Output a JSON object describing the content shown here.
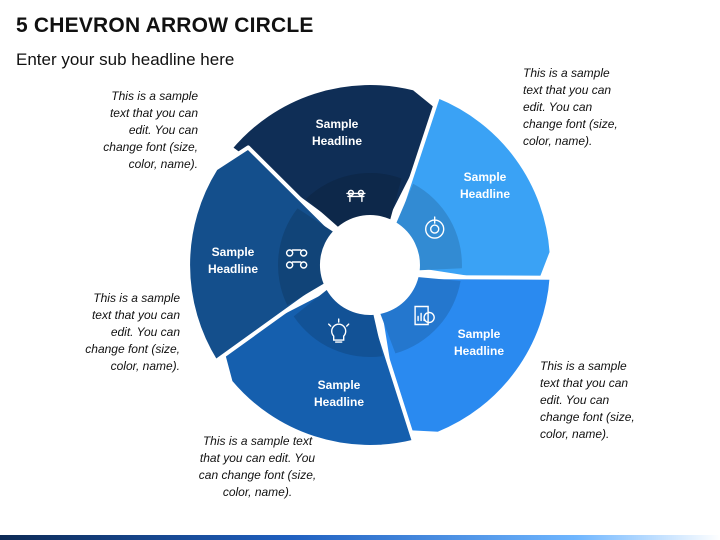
{
  "header": {
    "title": "5 CHEVRON ARROW CIRCLE",
    "subtitle": "Enter your sub headline here"
  },
  "segments": [
    {
      "headline_line1": "Sample",
      "headline_line2": "Headline",
      "icon": "team-meeting-icon",
      "color": "#0f2e56"
    },
    {
      "headline_line1": "Sample",
      "headline_line2": "Headline",
      "icon": "target-icon",
      "color": "#3aa2f5"
    },
    {
      "headline_line1": "Sample",
      "headline_line2": "Headline",
      "icon": "analytics-report-icon",
      "color": "#2a8af0"
    },
    {
      "headline_line1": "Sample",
      "headline_line2": "Headline",
      "icon": "idea-gear-icon",
      "color": "#155fae"
    },
    {
      "headline_line1": "Sample",
      "headline_line2": "Headline",
      "icon": "network-people-icon",
      "color": "#144f8c"
    }
  ],
  "notes": {
    "top_left": [
      "This is a sample",
      "text that you can",
      "edit. You can",
      "change font (size,",
      "color, name)."
    ],
    "top_right": [
      "This is a sample",
      "text that you can",
      "edit. You can",
      "change font (size,",
      "color, name)."
    ],
    "mid_left": [
      "This is a sample",
      "text that you can",
      "edit. You can",
      "change font (size,",
      "color, name)."
    ],
    "bottom_right": [
      "This is a sample",
      "text that you can",
      "edit. You can",
      "change font (size,",
      "color, name)."
    ],
    "bottom_center": [
      "This is a sample text",
      "that you can edit. You",
      "can change font (size,",
      "color, name)."
    ]
  }
}
